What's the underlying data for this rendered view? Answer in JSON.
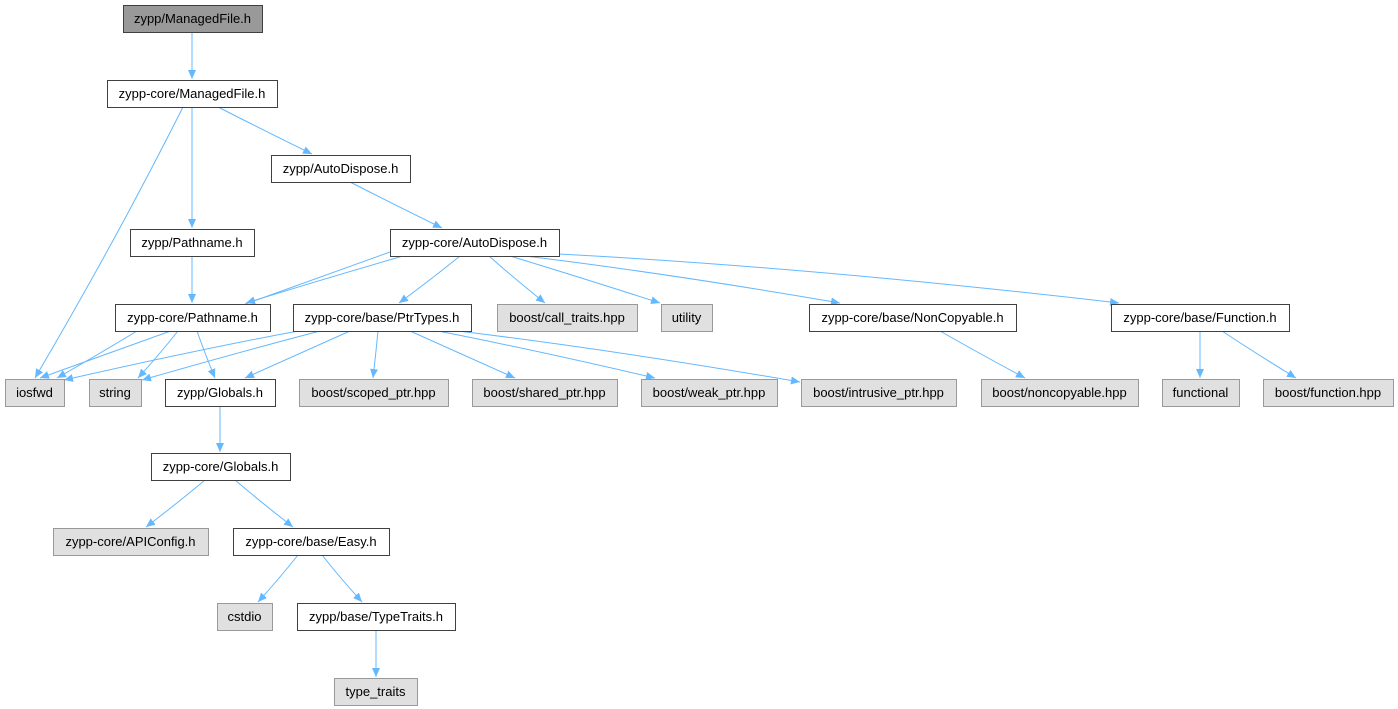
{
  "colors": {
    "root_fill": "#999999",
    "documented_fill": "#ffffff",
    "external_fill": "#e0e0e0",
    "node_border": "#404040",
    "external_border": "#999999",
    "edge": "#63b8ff"
  },
  "diagram": {
    "nodes": [
      {
        "id": "n0",
        "label": "zypp/ManagedFile.h",
        "kind": "root"
      },
      {
        "id": "n1",
        "label": "zypp-core/ManagedFile.h",
        "kind": "documented"
      },
      {
        "id": "n2",
        "label": "iosfwd",
        "kind": "external"
      },
      {
        "id": "n3",
        "label": "zypp/Pathname.h",
        "kind": "documented"
      },
      {
        "id": "n4",
        "label": "zypp/AutoDispose.h",
        "kind": "documented"
      },
      {
        "id": "n5",
        "label": "zypp-core/AutoDispose.h",
        "kind": "documented"
      },
      {
        "id": "n6",
        "label": "zypp-core/Pathname.h",
        "kind": "documented"
      },
      {
        "id": "n7",
        "label": "zypp-core/base/PtrTypes.h",
        "kind": "documented"
      },
      {
        "id": "n8",
        "label": "boost/call_traits.hpp",
        "kind": "external"
      },
      {
        "id": "n9",
        "label": "utility",
        "kind": "external"
      },
      {
        "id": "n10",
        "label": "zypp-core/base/NonCopyable.h",
        "kind": "documented"
      },
      {
        "id": "n11",
        "label": "zypp-core/base/Function.h",
        "kind": "documented"
      },
      {
        "id": "n12",
        "label": "string",
        "kind": "external"
      },
      {
        "id": "n13",
        "label": "zypp/Globals.h",
        "kind": "documented"
      },
      {
        "id": "n14",
        "label": "boost/scoped_ptr.hpp",
        "kind": "external"
      },
      {
        "id": "n15",
        "label": "boost/shared_ptr.hpp",
        "kind": "external"
      },
      {
        "id": "n16",
        "label": "boost/weak_ptr.hpp",
        "kind": "external"
      },
      {
        "id": "n17",
        "label": "boost/intrusive_ptr.hpp",
        "kind": "external"
      },
      {
        "id": "n18",
        "label": "boost/noncopyable.hpp",
        "kind": "external"
      },
      {
        "id": "n19",
        "label": "functional",
        "kind": "external"
      },
      {
        "id": "n20",
        "label": "boost/function.hpp",
        "kind": "external"
      },
      {
        "id": "n21",
        "label": "zypp-core/Globals.h",
        "kind": "documented"
      },
      {
        "id": "n22",
        "label": "zypp-core/APIConfig.h",
        "kind": "external"
      },
      {
        "id": "n23",
        "label": "zypp-core/base/Easy.h",
        "kind": "documented"
      },
      {
        "id": "n24",
        "label": "cstdio",
        "kind": "external"
      },
      {
        "id": "n25",
        "label": "zypp/base/TypeTraits.h",
        "kind": "documented"
      },
      {
        "id": "n26",
        "label": "type_traits",
        "kind": "external"
      }
    ],
    "edges": [
      {
        "from": "n0",
        "to": "n1"
      },
      {
        "from": "n1",
        "to": "n2"
      },
      {
        "from": "n1",
        "to": "n3"
      },
      {
        "from": "n1",
        "to": "n4"
      },
      {
        "from": "n4",
        "to": "n5"
      },
      {
        "from": "n3",
        "to": "n6"
      },
      {
        "from": "n5",
        "to": "n2"
      },
      {
        "from": "n5",
        "to": "n6"
      },
      {
        "from": "n5",
        "to": "n7"
      },
      {
        "from": "n5",
        "to": "n8"
      },
      {
        "from": "n5",
        "to": "n9"
      },
      {
        "from": "n5",
        "to": "n10"
      },
      {
        "from": "n5",
        "to": "n11"
      },
      {
        "from": "n6",
        "to": "n2"
      },
      {
        "from": "n6",
        "to": "n12"
      },
      {
        "from": "n6",
        "to": "n13"
      },
      {
        "from": "n7",
        "to": "n2"
      },
      {
        "from": "n7",
        "to": "n12"
      },
      {
        "from": "n7",
        "to": "n13"
      },
      {
        "from": "n7",
        "to": "n14"
      },
      {
        "from": "n7",
        "to": "n15"
      },
      {
        "from": "n7",
        "to": "n16"
      },
      {
        "from": "n7",
        "to": "n17"
      },
      {
        "from": "n10",
        "to": "n18"
      },
      {
        "from": "n11",
        "to": "n19"
      },
      {
        "from": "n11",
        "to": "n20"
      },
      {
        "from": "n13",
        "to": "n21"
      },
      {
        "from": "n21",
        "to": "n22"
      },
      {
        "from": "n21",
        "to": "n23"
      },
      {
        "from": "n23",
        "to": "n24"
      },
      {
        "from": "n23",
        "to": "n25"
      },
      {
        "from": "n25",
        "to": "n26"
      }
    ]
  }
}
